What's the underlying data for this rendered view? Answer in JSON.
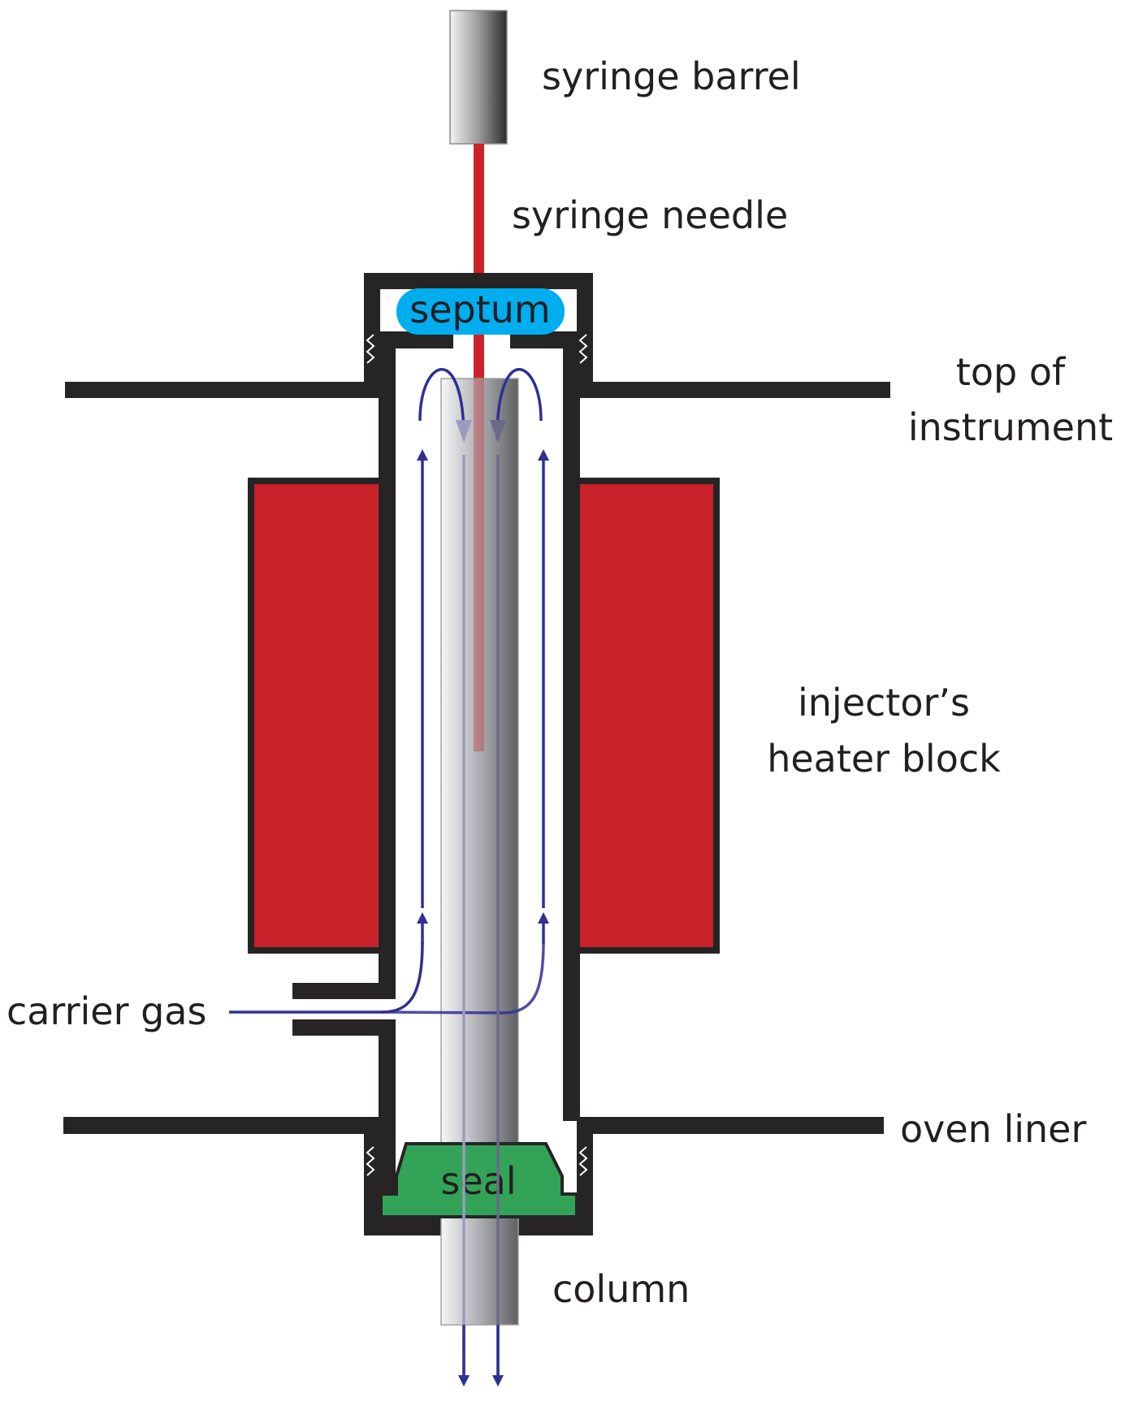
{
  "title": "Gas chromatograph split/splitless injector cross-section",
  "colors": {
    "outline": "#262425",
    "heater": "#c9222a",
    "septum": "#00aeef",
    "seal": "#33a457",
    "needle": "#c9222a",
    "flow": "#2e3192",
    "background": "#ffffff"
  },
  "labels": {
    "syringe_barrel": "syringe barrel",
    "syringe_needle": "syringe needle",
    "septum": "septum",
    "top_of_instrument_line1": "top of",
    "top_of_instrument_line2": "instrument",
    "heater_block_line1": "injector’s",
    "heater_block_line2": "heater block",
    "carrier_gas": "carrier gas",
    "oven_liner": "oven liner",
    "seal": "seal",
    "column": "column"
  }
}
